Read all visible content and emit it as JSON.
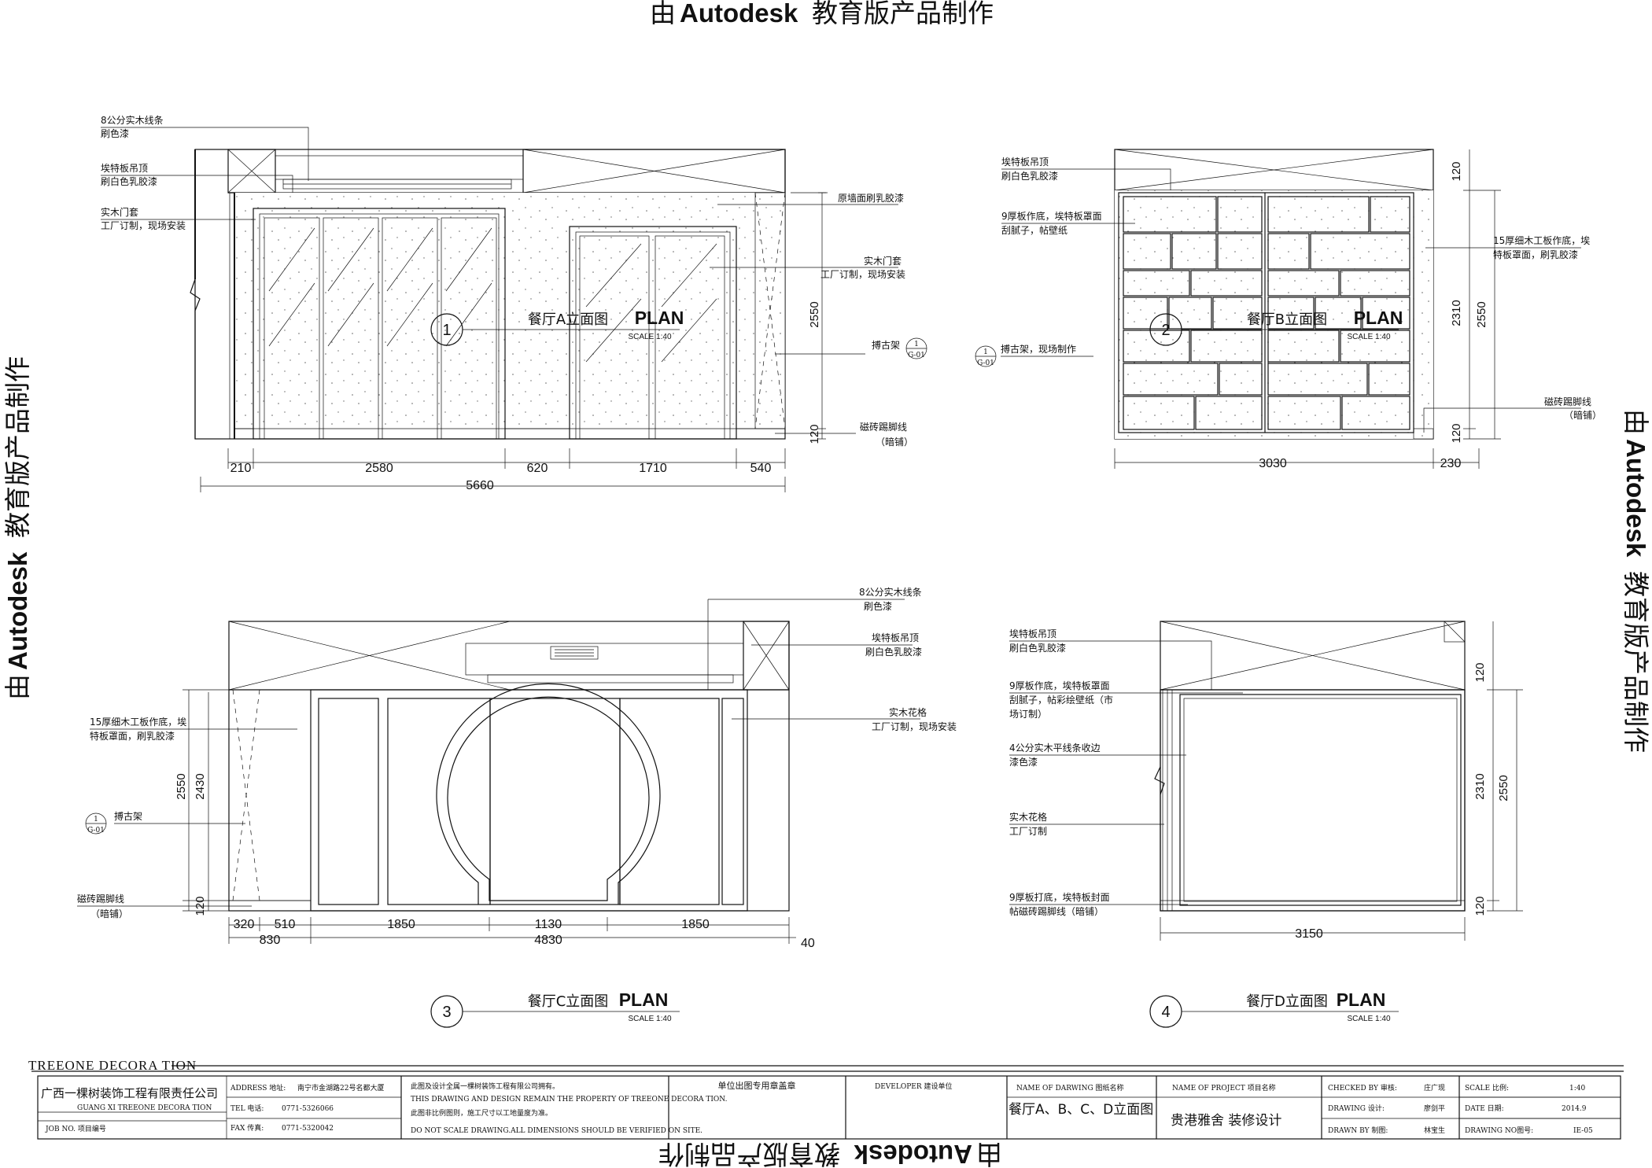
{
  "watermark": {
    "prefix": "由",
    "brand": "Autodesk",
    "suffix": "教育版产品制作"
  },
  "views": [
    {
      "number": "1",
      "title": "餐厅A立面图",
      "plan": "PLAN",
      "scale": "SCALE 1:40",
      "annotations": [
        "8公分实木线条",
        "刷色漆",
        "埃特板吊顶",
        "刷白色乳胶漆",
        "实木门套",
        "工厂订制，现场安装",
        "原墙面刷乳胶漆",
        "实木门套",
        "工厂订制，现场安装",
        "搏古架",
        "磁砖踢脚线",
        "（暗铺）"
      ],
      "tag": {
        "top": "1",
        "bottom": "G-01"
      },
      "dims_h": [
        "210",
        "2580",
        "620",
        "1710",
        "540"
      ],
      "dim_total": "5660",
      "dims_v": [
        "2550",
        "120"
      ]
    },
    {
      "number": "2",
      "title": "餐厅B立面图",
      "plan": "PLAN",
      "scale": "SCALE 1:40",
      "annotations": [
        "埃特板吊顶",
        "刷白色乳胶漆",
        "9厚板作底，埃特板罩面",
        "刮腻子，帖壁纸",
        "搏古架，现场制作",
        "15厚细木工板作底，埃",
        "特板罩面，刷乳胶漆",
        "磁砖踢脚线",
        "（暗铺）"
      ],
      "tag": {
        "top": "1",
        "bottom": "G-01"
      },
      "dims_h": [
        "3030",
        "230"
      ],
      "dims_v": [
        "120",
        "2310",
        "2550",
        "120"
      ]
    },
    {
      "number": "3",
      "title": "餐厅C立面图",
      "plan": "PLAN",
      "scale": "SCALE 1:40",
      "annotations": [
        "8公分实木线条",
        "刷色漆",
        "埃特板吊顶",
        "刷白色乳胶漆",
        "15厚细木工板作底，埃",
        "特板罩面，刷乳胶漆",
        "实木花格",
        "工厂订制，现场安装",
        "搏古架",
        "磁砖踢脚线",
        "（暗铺）"
      ],
      "tag": {
        "top": "1",
        "bottom": "G-01"
      },
      "dims_h": [
        "320",
        "510",
        "1850",
        "1130",
        "1850"
      ],
      "dims_h2": [
        "830",
        "4830",
        "40"
      ],
      "dims_v": [
        "2550",
        "2430",
        "120"
      ]
    },
    {
      "number": "4",
      "title": "餐厅D立面图",
      "plan": "PLAN",
      "scale": "SCALE 1:40",
      "annotations": [
        "埃特板吊顶",
        "刷白色乳胶漆",
        "9厚板作底，埃特板罩面",
        "刮腻子，帖彩绘壁纸（市",
        "场订制）",
        "4公分实木平线条收边",
        "漆色漆",
        "实木花格",
        "工厂订制",
        "9厚板打底，埃特板封面",
        "帖磁砖踢脚线（暗铺）"
      ],
      "dims_h": [
        "3150"
      ],
      "dims_v": [
        "120",
        "2310",
        "2550",
        "120"
      ]
    }
  ],
  "title_block": {
    "brand": "TREEONE DECORA TION",
    "company": "广西一棵树装饰工程有限责任公司",
    "company_en": "GUANG XI TREEONE DECORA TION",
    "job_no": "JOB NO.  项目编号",
    "address_label": "ADDRESS  地址:",
    "address": "南宁市金湖路22号名都大厦",
    "tel_label": "TEL  电话:",
    "tel": "0771-5326066",
    "fax_label": "FAX  传真:",
    "fax": "0771-5320042",
    "notice_1": "此图及设计全属一棵树装饰工程有限公司拥有。",
    "notice_2": "THIS DRAWING AND DESIGN REMAIN THE PROPERTY OF TREEONE DECORA TION.",
    "notice_3": "此图非比例图则，施工尺寸以工地量度为准。",
    "notice_4": "DO NOT SCALE DRAWING.ALL DIMENSIONS SHOULD BE VERIFIED ON SITE.",
    "stamp_label": "单位出图专用章盖章",
    "developer_label": "DEVELOPER    建设单位",
    "drawing_name_label": "NAME  OF  DARWING  图纸名称",
    "drawing_name": "餐厅A、B、C、D立面图",
    "project_label": "NAME  OF  PROJECT  项目名称",
    "project": "贵港雅舍  装修设计",
    "checked_label": "CHECKED BY  审核:",
    "checked": "庄广现",
    "drawing_label": "DRAWING     设计:",
    "drawing": "廖剑平",
    "drawn_label": "DRAWN BY    制图:",
    "drawn": "林宝生",
    "scale_label": "SCALE      比例:",
    "scale": "1:40",
    "date_label": "DATE       日期:",
    "date": "2014.9",
    "drawing_no_label": "DRAWING NO图号:",
    "drawing_no": "IE-05"
  }
}
